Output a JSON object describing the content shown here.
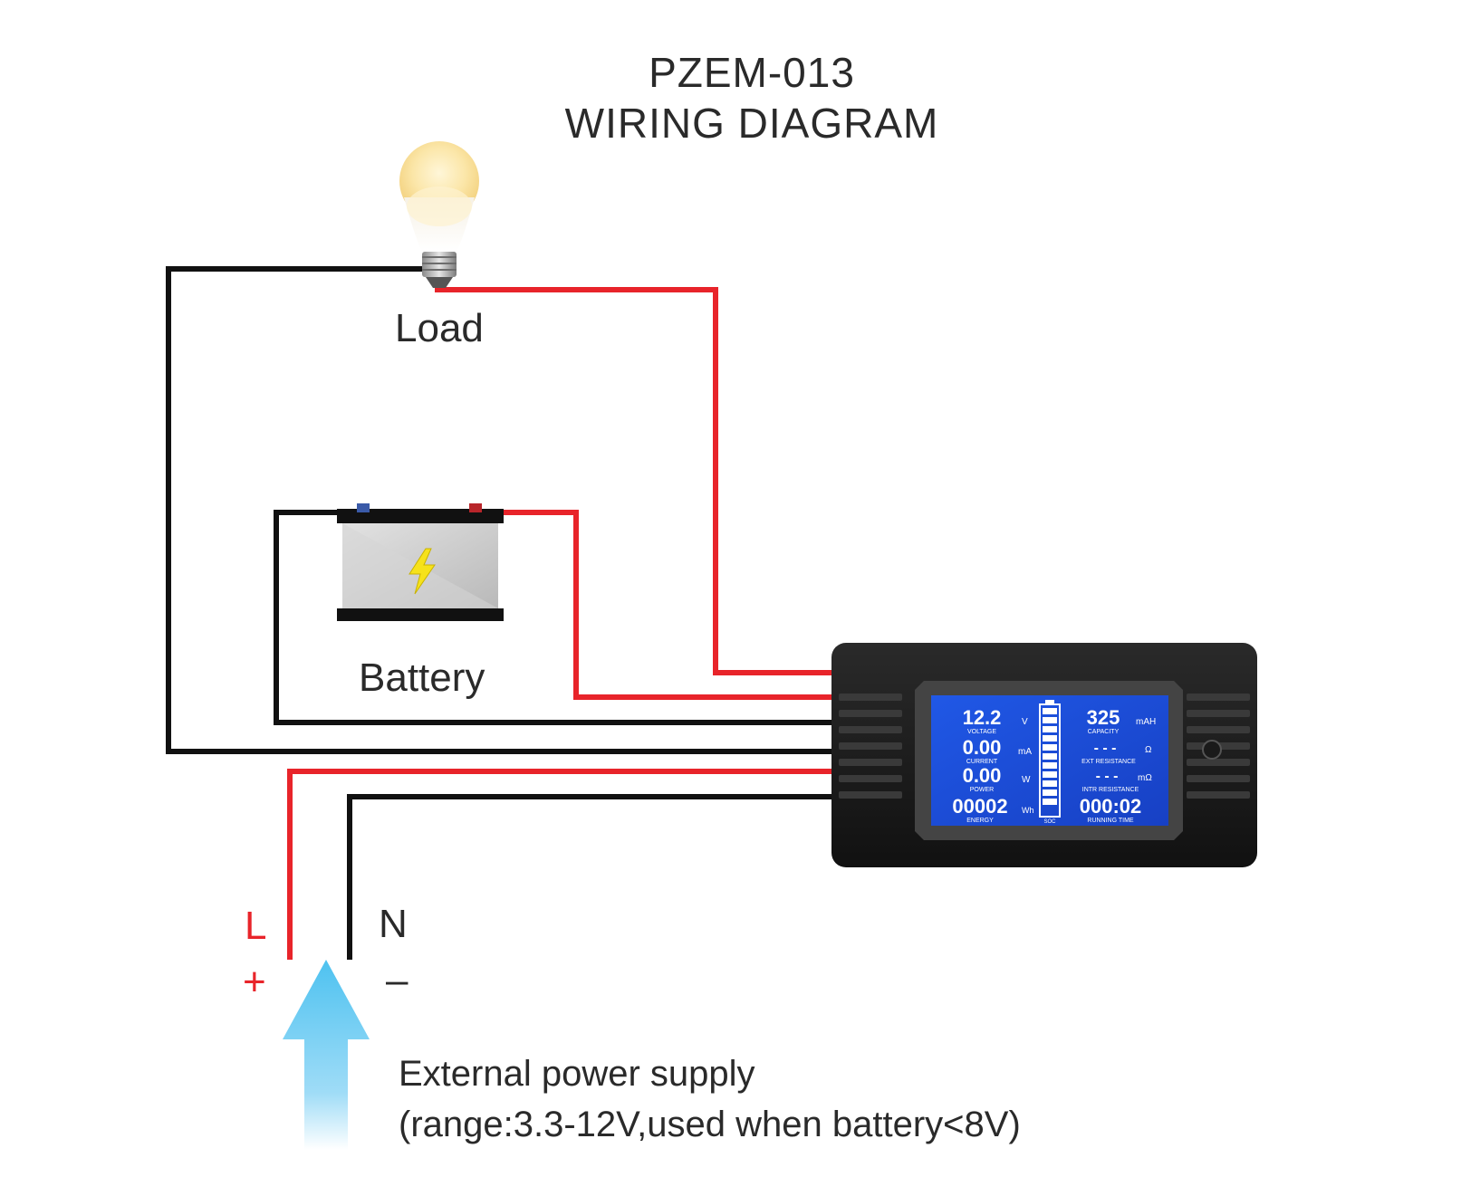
{
  "title": {
    "line1": "PZEM-013",
    "line2": "WIRING  DIAGRAM"
  },
  "labels": {
    "load": "Load",
    "battery": "Battery",
    "L": "L",
    "plus": "+",
    "N": "N",
    "minus": "–",
    "external_line1": "External power supply",
    "external_line2": "(range:3.3-12V,used when battery<8V)"
  },
  "display": {
    "voltage": {
      "value": "12.2",
      "unit": "V",
      "caption": "VOLTAGE"
    },
    "current": {
      "value": "0.00",
      "unit": "mA",
      "caption": "CURRENT"
    },
    "power": {
      "value": "0.00",
      "unit": "W",
      "caption": "POWER"
    },
    "energy": {
      "value": "00002",
      "unit": "Wh",
      "caption": "ENERGY"
    },
    "capacity": {
      "value": "325",
      "unit": "mAH",
      "caption": "CAPACITY"
    },
    "ext_resistance": {
      "value": "- - -",
      "unit": "Ω",
      "caption": "EXT RESISTANCE"
    },
    "intr_resistance": {
      "value": "- - -",
      "unit": "mΩ",
      "caption": "INTR RESISTANCE"
    },
    "running_time": {
      "value": "000:02",
      "caption": "RUNNING TIME"
    },
    "soc": {
      "caption": "SOC"
    }
  },
  "colors": {
    "wire_positive": "#e8242a",
    "wire_negative": "#111111",
    "lcd_blue": "#1c4ed8",
    "arrow": "#5cc8f2"
  }
}
